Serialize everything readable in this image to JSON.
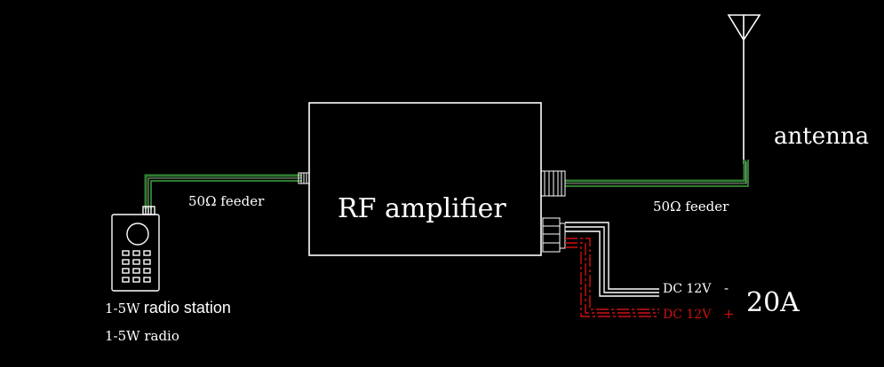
{
  "diagram": {
    "amplifier_label": "RF amplifier",
    "antenna_label": "antenna",
    "feeder_left_label": "50Ω feeder",
    "feeder_right_label": "50Ω feeder",
    "radio_line1_prefix": "1-5W",
    "radio_line1_suffix": "radio station",
    "radio_line2": "1-5W radio",
    "dc_negative_label": "DC 12V",
    "dc_negative_sign": "-",
    "dc_positive_label": "DC 12V",
    "dc_positive_sign": "+",
    "current_label": "20A"
  },
  "colors": {
    "background": "#000000",
    "line": "#ffffff",
    "feeder": "#2f7d2f",
    "dc_positive": "#d01010"
  }
}
